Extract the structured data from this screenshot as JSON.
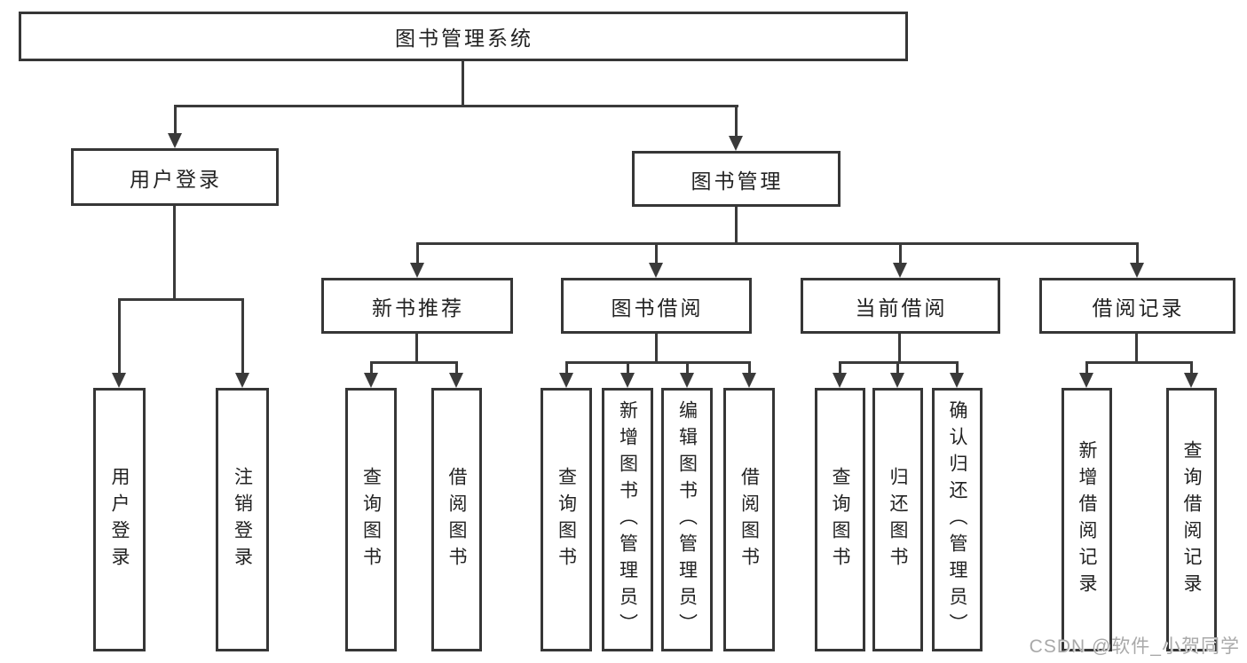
{
  "colors": {
    "line": "#3a3a3a",
    "border": "#363636",
    "text": "#222222",
    "watermark_text": "#a9a9a9",
    "background": "#ffffff"
  },
  "tree": {
    "root": {
      "label": "图书管理系统"
    },
    "user_login": {
      "label": "用户登录",
      "children": [
        "用户登录",
        "注销登录"
      ]
    },
    "book_mgmt": {
      "label": "图书管理"
    },
    "new_books": {
      "label": "新书推荐",
      "children": [
        "查询图书",
        "借阅图书"
      ]
    },
    "borrow": {
      "label": "图书借阅",
      "children": [
        "查询图书",
        "新增图书（管理员）",
        "编辑图书（管理员）",
        "借阅图书"
      ]
    },
    "current": {
      "label": "当前借阅",
      "children": [
        "查询图书",
        "归还图书",
        "确认归还（管理员）"
      ]
    },
    "records": {
      "label": "借阅记录",
      "children": [
        "新增借阅记录",
        "查询借阅记录"
      ]
    }
  },
  "watermark": "CSDN @软件_小贺同学"
}
